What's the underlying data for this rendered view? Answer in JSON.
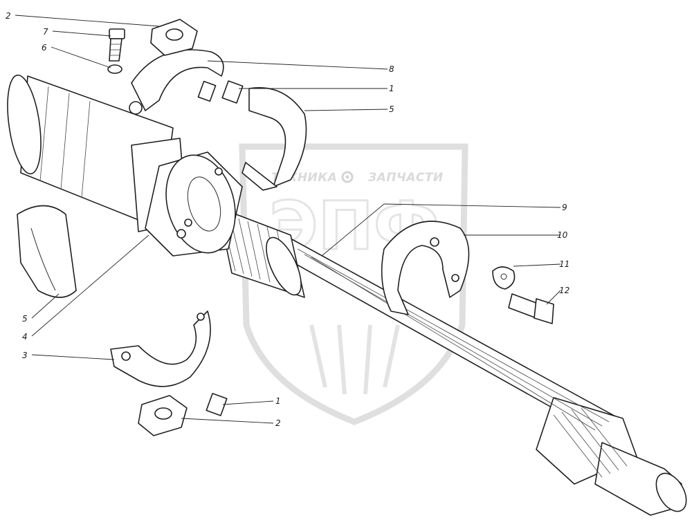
{
  "watermark": {
    "brand_left": "ТЕХНИКА",
    "brand_right": "ЗАПЧАСТИ",
    "logo_letters": "ЭПФ",
    "gear_icon": "gear-icon"
  },
  "callouts": [
    {
      "id": "c2a",
      "label": "2"
    },
    {
      "id": "c7",
      "label": "7"
    },
    {
      "id": "c6",
      "label": "6"
    },
    {
      "id": "c8",
      "label": "8"
    },
    {
      "id": "c1a",
      "label": "1"
    },
    {
      "id": "c5a",
      "label": "5"
    },
    {
      "id": "c9",
      "label": "9"
    },
    {
      "id": "c10",
      "label": "10"
    },
    {
      "id": "c11",
      "label": "11"
    },
    {
      "id": "c12",
      "label": "12"
    },
    {
      "id": "c5b",
      "label": "5"
    },
    {
      "id": "c4",
      "label": "4"
    },
    {
      "id": "c3",
      "label": "3"
    },
    {
      "id": "c1b",
      "label": "1"
    },
    {
      "id": "c2b",
      "label": "2"
    }
  ]
}
